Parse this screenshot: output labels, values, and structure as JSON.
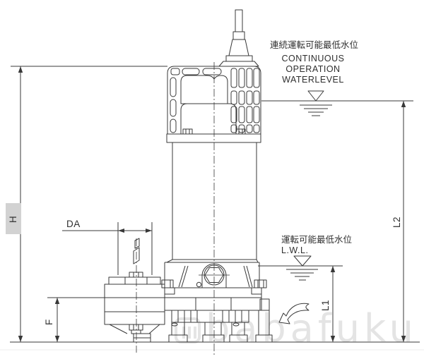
{
  "page": {
    "background": "#ffffff"
  },
  "annotations": {
    "continuous_operation_level": {
      "jp": "連続運転可能最低水位",
      "en_line1": "CONTINUOUS",
      "en_line2": "OPERATION",
      "en_line3": "WATERLEVEL"
    },
    "lowest_operation_level": {
      "jp": "運転可能最低水位",
      "abbr": "L.W.L."
    }
  },
  "dimensions": {
    "height": "H",
    "discharge_bore": "DA",
    "discharge_center_height": "F",
    "l1": "L1",
    "l2": "L2"
  },
  "watermark": {
    "text": "babafuku"
  },
  "colors": {
    "line": "#383838",
    "text": "#2f2f2f",
    "watermark": "#e4e4e4",
    "h_label_highlight": "#d2d2d2"
  }
}
